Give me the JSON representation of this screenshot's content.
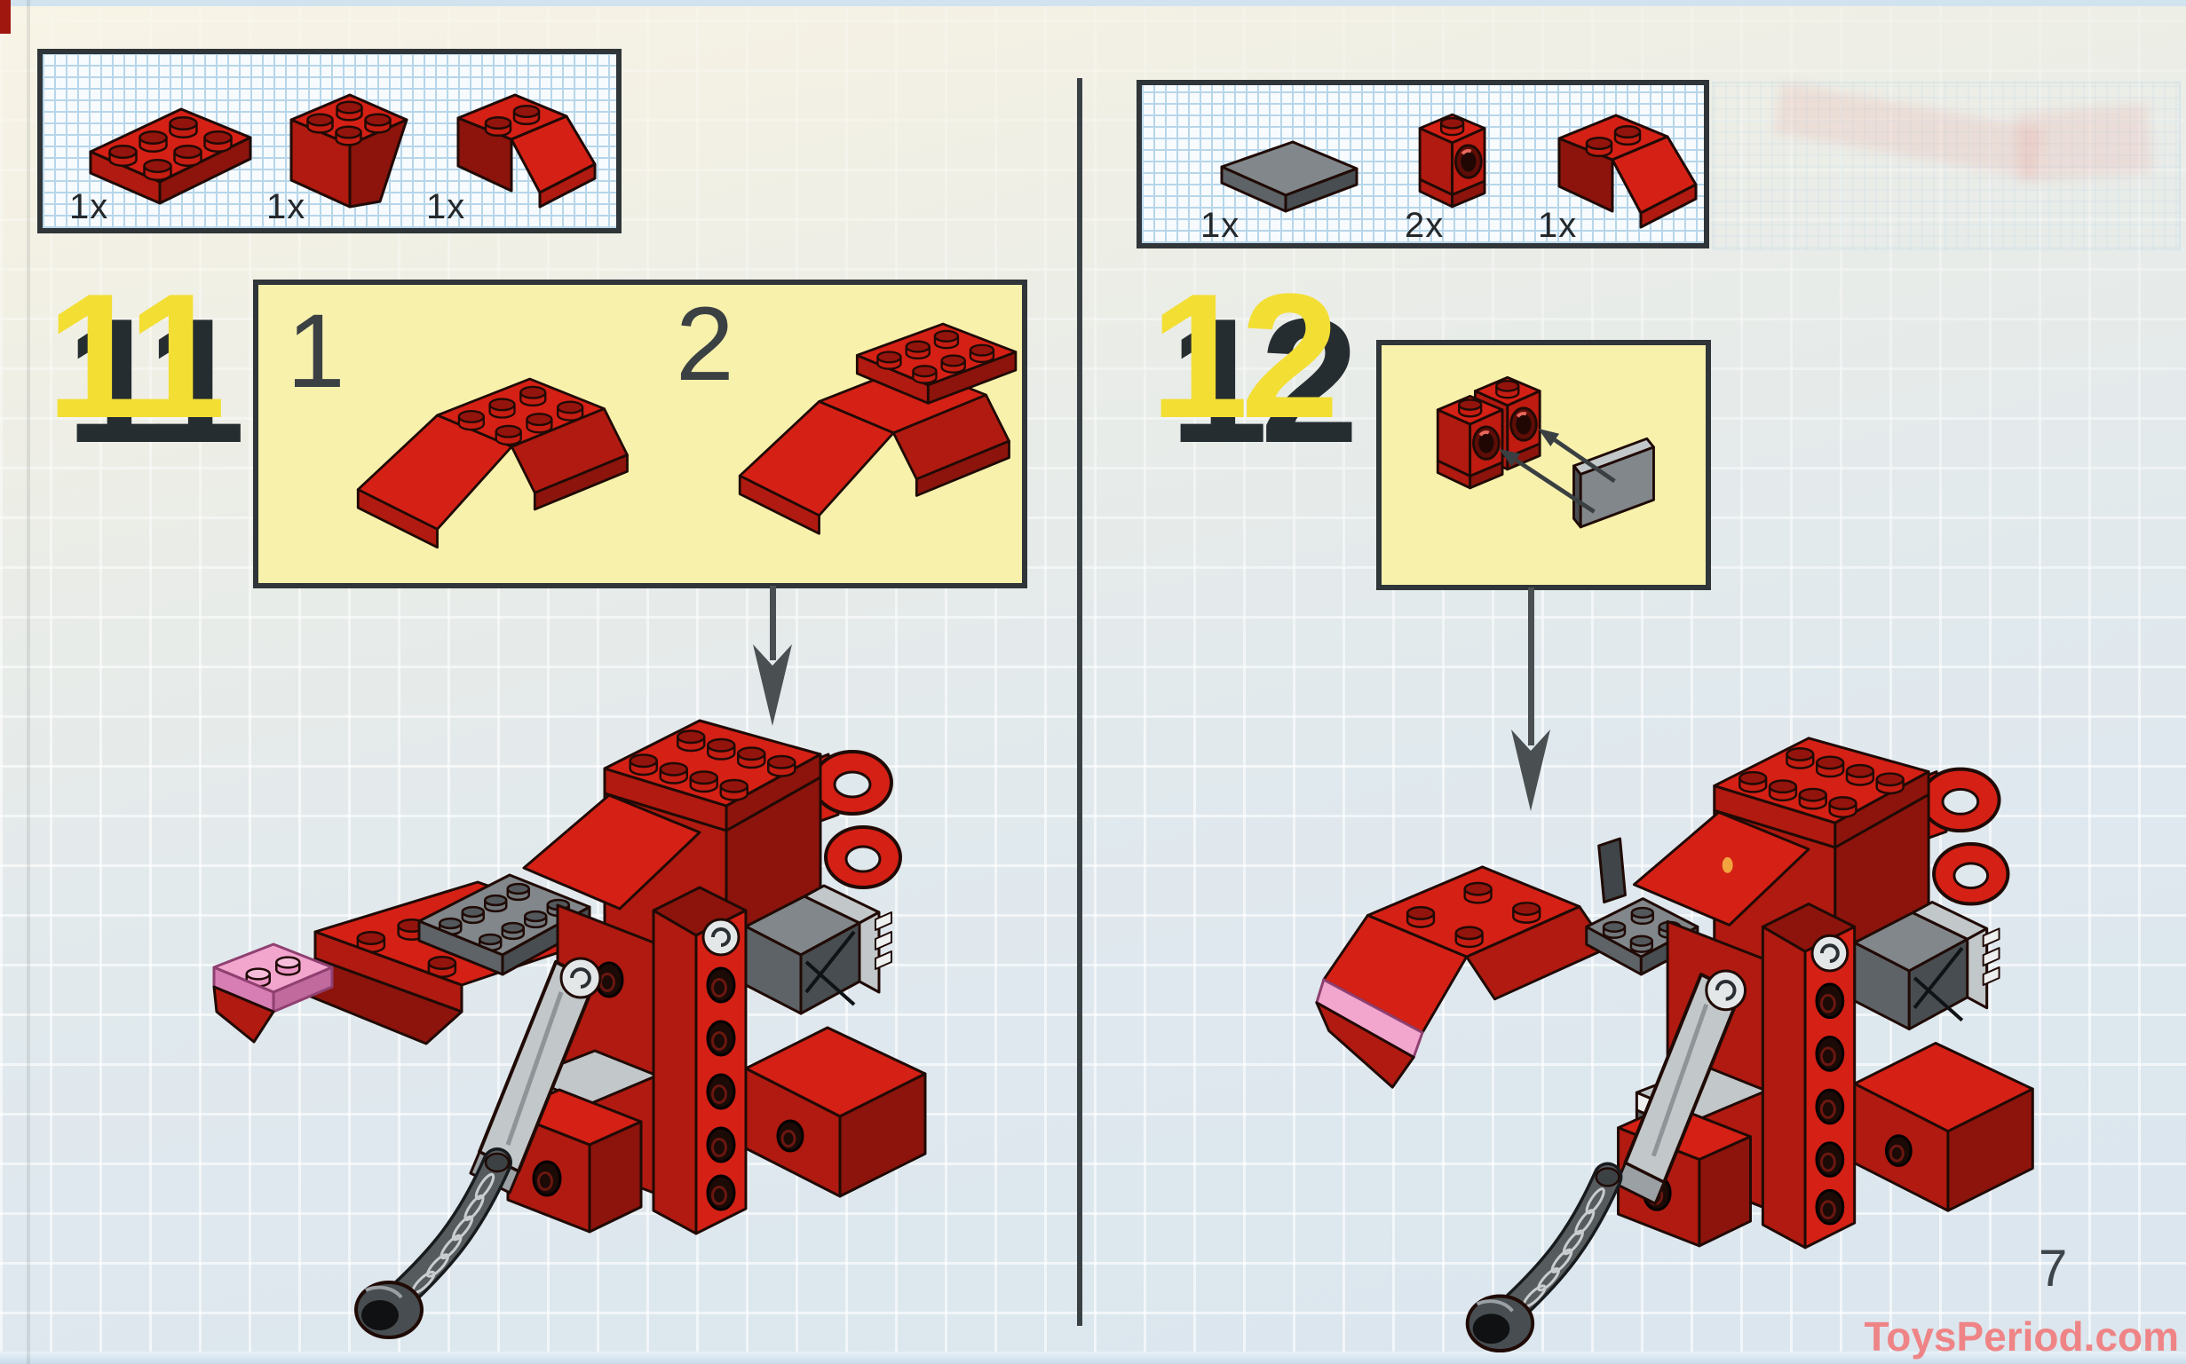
{
  "page": {
    "number": "7",
    "watermark": "ToysPeriod.com"
  },
  "step11": {
    "number": "11",
    "parts": [
      {
        "icon": "red-plate-2x3",
        "qty": "1x"
      },
      {
        "icon": "red-slope-brick-2x2-back",
        "qty": "1x"
      },
      {
        "icon": "red-slope-brick-2x2",
        "qty": "1x"
      }
    ],
    "substeps": [
      {
        "label": "1"
      },
      {
        "label": "2"
      }
    ]
  },
  "step12": {
    "number": "12",
    "parts": [
      {
        "icon": "dark-gray-tile-1x2",
        "qty": "1x"
      },
      {
        "icon": "red-headlight-brick-1x1",
        "qty": "2x"
      },
      {
        "icon": "red-slope-brick-2x2",
        "qty": "1x"
      }
    ]
  },
  "colors": {
    "lego_red": "#d52015",
    "panel_yellow": "#f7f1ac",
    "step_number_yellow": "#f3de34",
    "transparent_pink": "#f2a6ce",
    "dark_gray": "#6d7478",
    "light_gray": "#c2c7c9",
    "panel_border": "#2f3538",
    "watermark_pink": "#ef8486"
  }
}
